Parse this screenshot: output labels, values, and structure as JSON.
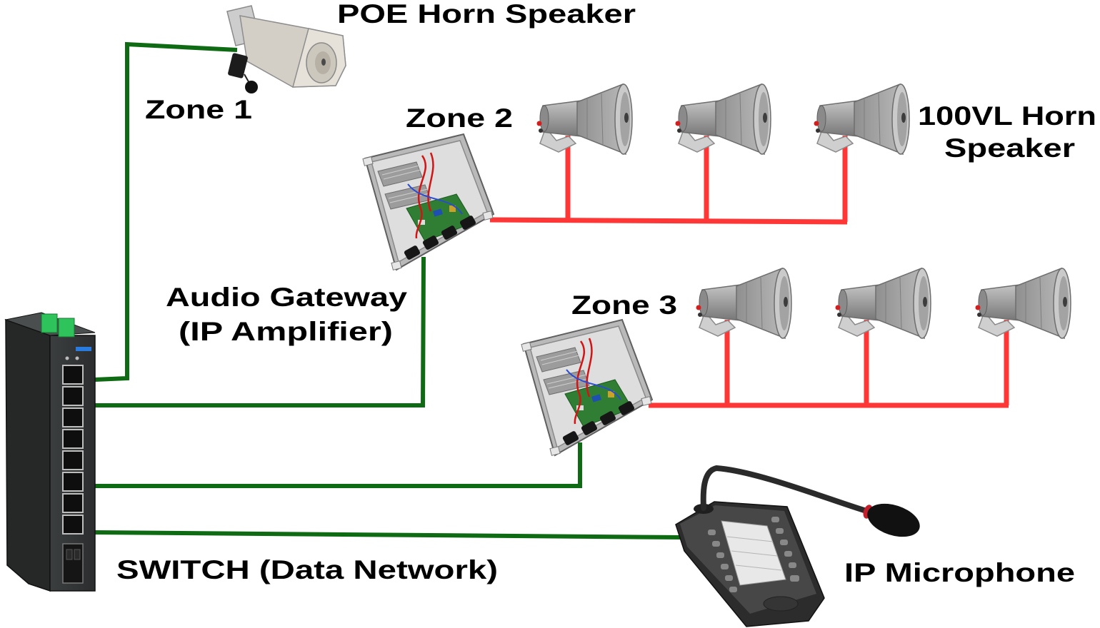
{
  "labels": {
    "poe_horn_speaker": "POE Horn Speaker",
    "zone1": "Zone 1",
    "zone2": "Zone 2",
    "zone3": "Zone 3",
    "horn_100vl_line1": "100VL Horn",
    "horn_100vl_line2": "Speaker",
    "gateway_line1": "Audio Gateway",
    "gateway_line2": "(IP Amplifier)",
    "switch": "SWITCH (Data Network)",
    "microphone": "IP Microphone"
  },
  "colors": {
    "network_cable": "#0e6b13",
    "speaker_cable": "#ff3636",
    "background": "#ffffff"
  },
  "icons": {
    "switch": "network-switch-icon",
    "poe_speaker": "poe-horn-speaker-icon",
    "horn_speaker": "horn-speaker-icon",
    "gateway": "audio-gateway-icon",
    "microphone": "ip-microphone-icon"
  }
}
